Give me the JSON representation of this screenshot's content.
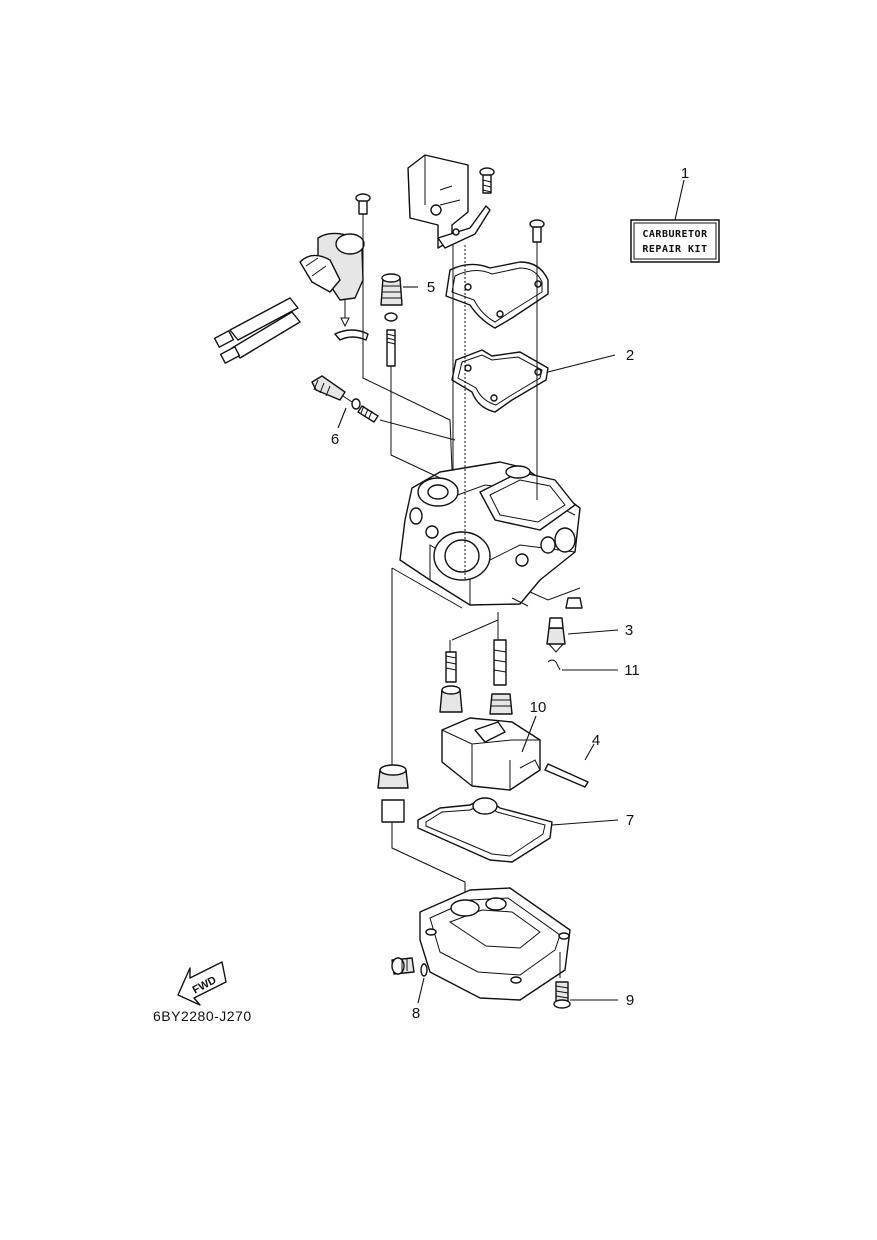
{
  "diagram": {
    "part_code": "6BY2280-J270",
    "kit_label": {
      "line1": "CARBURETOR",
      "line2": "REPAIR KIT"
    },
    "fwd_label": "FWD",
    "callouts": [
      "1",
      "2",
      "3",
      "4",
      "5",
      "6",
      "7",
      "8",
      "9",
      "10",
      "11"
    ]
  }
}
